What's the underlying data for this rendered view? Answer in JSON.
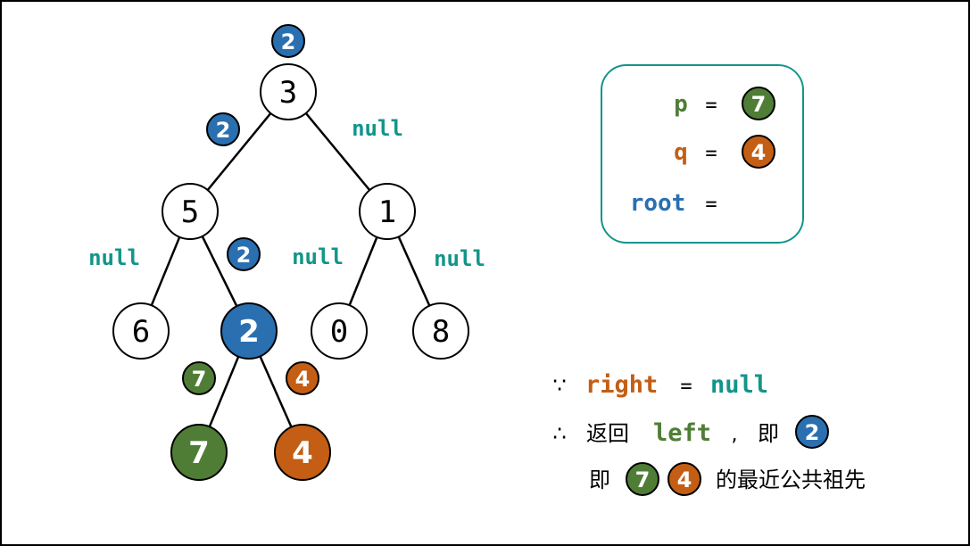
{
  "colors": {
    "blue": "#2a6fb0",
    "green": "#4f7d35",
    "orange": "#c35e14",
    "teal": "#12958a",
    "black": "#000000",
    "white": "#ffffff"
  },
  "tree": {
    "nodes": [
      {
        "id": "n3",
        "value": "3",
        "style": "plain"
      },
      {
        "id": "n5",
        "value": "5",
        "style": "plain"
      },
      {
        "id": "n1",
        "value": "1",
        "style": "plain"
      },
      {
        "id": "n6",
        "value": "6",
        "style": "plain"
      },
      {
        "id": "n2",
        "value": "2",
        "style": "blue"
      },
      {
        "id": "n0",
        "value": "0",
        "style": "plain"
      },
      {
        "id": "n8",
        "value": "8",
        "style": "plain"
      },
      {
        "id": "n7",
        "value": "7",
        "style": "green"
      },
      {
        "id": "n4",
        "value": "4",
        "style": "orange"
      }
    ],
    "edges": [
      [
        "n3",
        "n5"
      ],
      [
        "n3",
        "n1"
      ],
      [
        "n5",
        "n6"
      ],
      [
        "n5",
        "n2"
      ],
      [
        "n1",
        "n0"
      ],
      [
        "n1",
        "n8"
      ],
      [
        "n2",
        "n7"
      ],
      [
        "n2",
        "n4"
      ]
    ],
    "return_badges": [
      {
        "id": "b_root",
        "value": "2",
        "style": "blue"
      },
      {
        "id": "b_3_5",
        "value": "2",
        "style": "blue"
      },
      {
        "id": "b_5_2",
        "value": "2",
        "style": "blue"
      },
      {
        "id": "b_2_7",
        "value": "7",
        "style": "green"
      },
      {
        "id": "b_2_4",
        "value": "4",
        "style": "orange"
      }
    ],
    "null_labels": [
      {
        "id": "null_3_1",
        "text": "null"
      },
      {
        "id": "null_5_6",
        "text": "null"
      },
      {
        "id": "null_1_0",
        "text": "null"
      },
      {
        "id": "null_1_8",
        "text": "null"
      }
    ]
  },
  "info_box": {
    "p_label": "p",
    "q_label": "q",
    "root_label": "root",
    "equals": "=",
    "p_value": "7",
    "q_value": "4"
  },
  "explanation": {
    "because_symbol": "∵",
    "right_kw": "right",
    "equals": "=",
    "null_kw": "null",
    "therefore_symbol": "∴",
    "return_text": "返回",
    "left_kw": "left",
    "comma": ",",
    "ji_1": "即",
    "result_value": "2",
    "ji_2": "即",
    "p_value": "7",
    "q_value": "4",
    "lca_text": "的最近公共祖先"
  }
}
